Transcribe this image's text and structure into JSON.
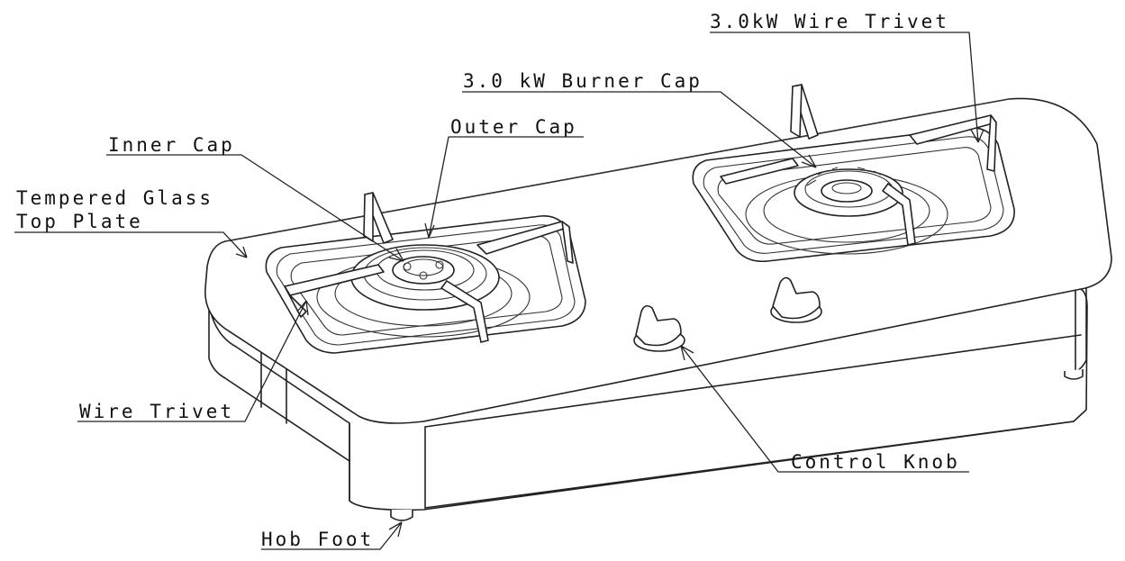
{
  "labels": {
    "wire_trivet_30kw": "3.0kW Wire Trivet",
    "burner_cap_30kw": "3.0 kW Burner Cap",
    "outer_cap": "Outer Cap",
    "inner_cap": "Inner Cap",
    "glass_line1": "Tempered Glass",
    "glass_line2": "Top Plate",
    "wire_trivet": "Wire Trivet",
    "control_knob": "Control Knob",
    "hob_foot": "Hob Foot"
  },
  "colors": {
    "line": "#222222",
    "background": "#ffffff"
  }
}
